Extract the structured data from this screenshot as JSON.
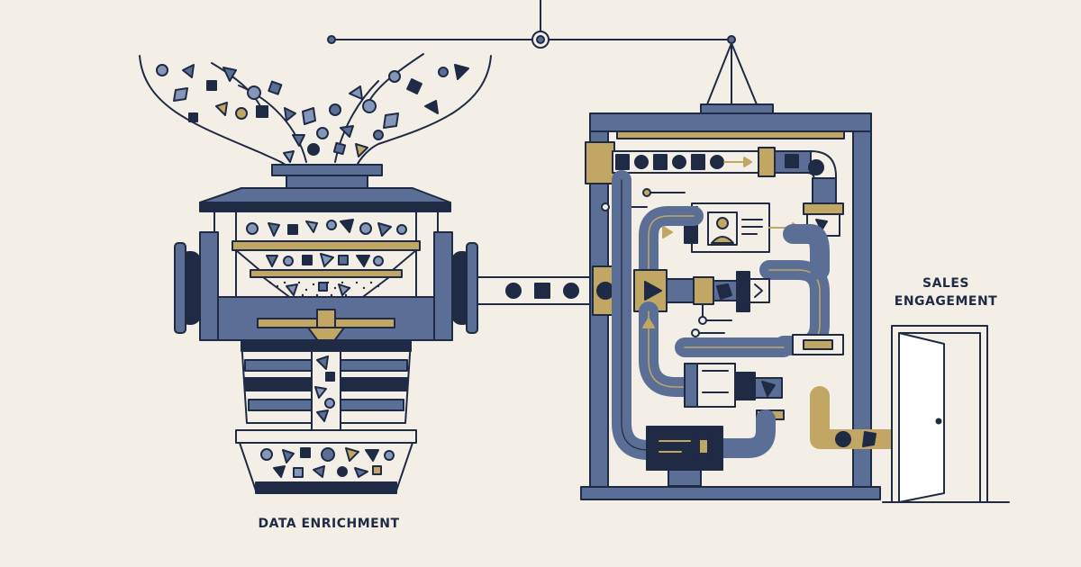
{
  "labels": {
    "data_enrichment": "DATA ENRICHMENT",
    "sales_engagement_line1": "SALES",
    "sales_engagement_line2": "ENGAGEMENT"
  },
  "colors": {
    "background": "#f3efe6",
    "navy": "#1f2a44",
    "slate": "#5b6f96",
    "slate_light": "#8597b8",
    "gold": "#c2a764",
    "white": "#ffffff"
  },
  "icons": [
    "data-particle-icon",
    "contact-card-icon",
    "person-icon",
    "arrow-right-icon",
    "door-icon"
  ]
}
